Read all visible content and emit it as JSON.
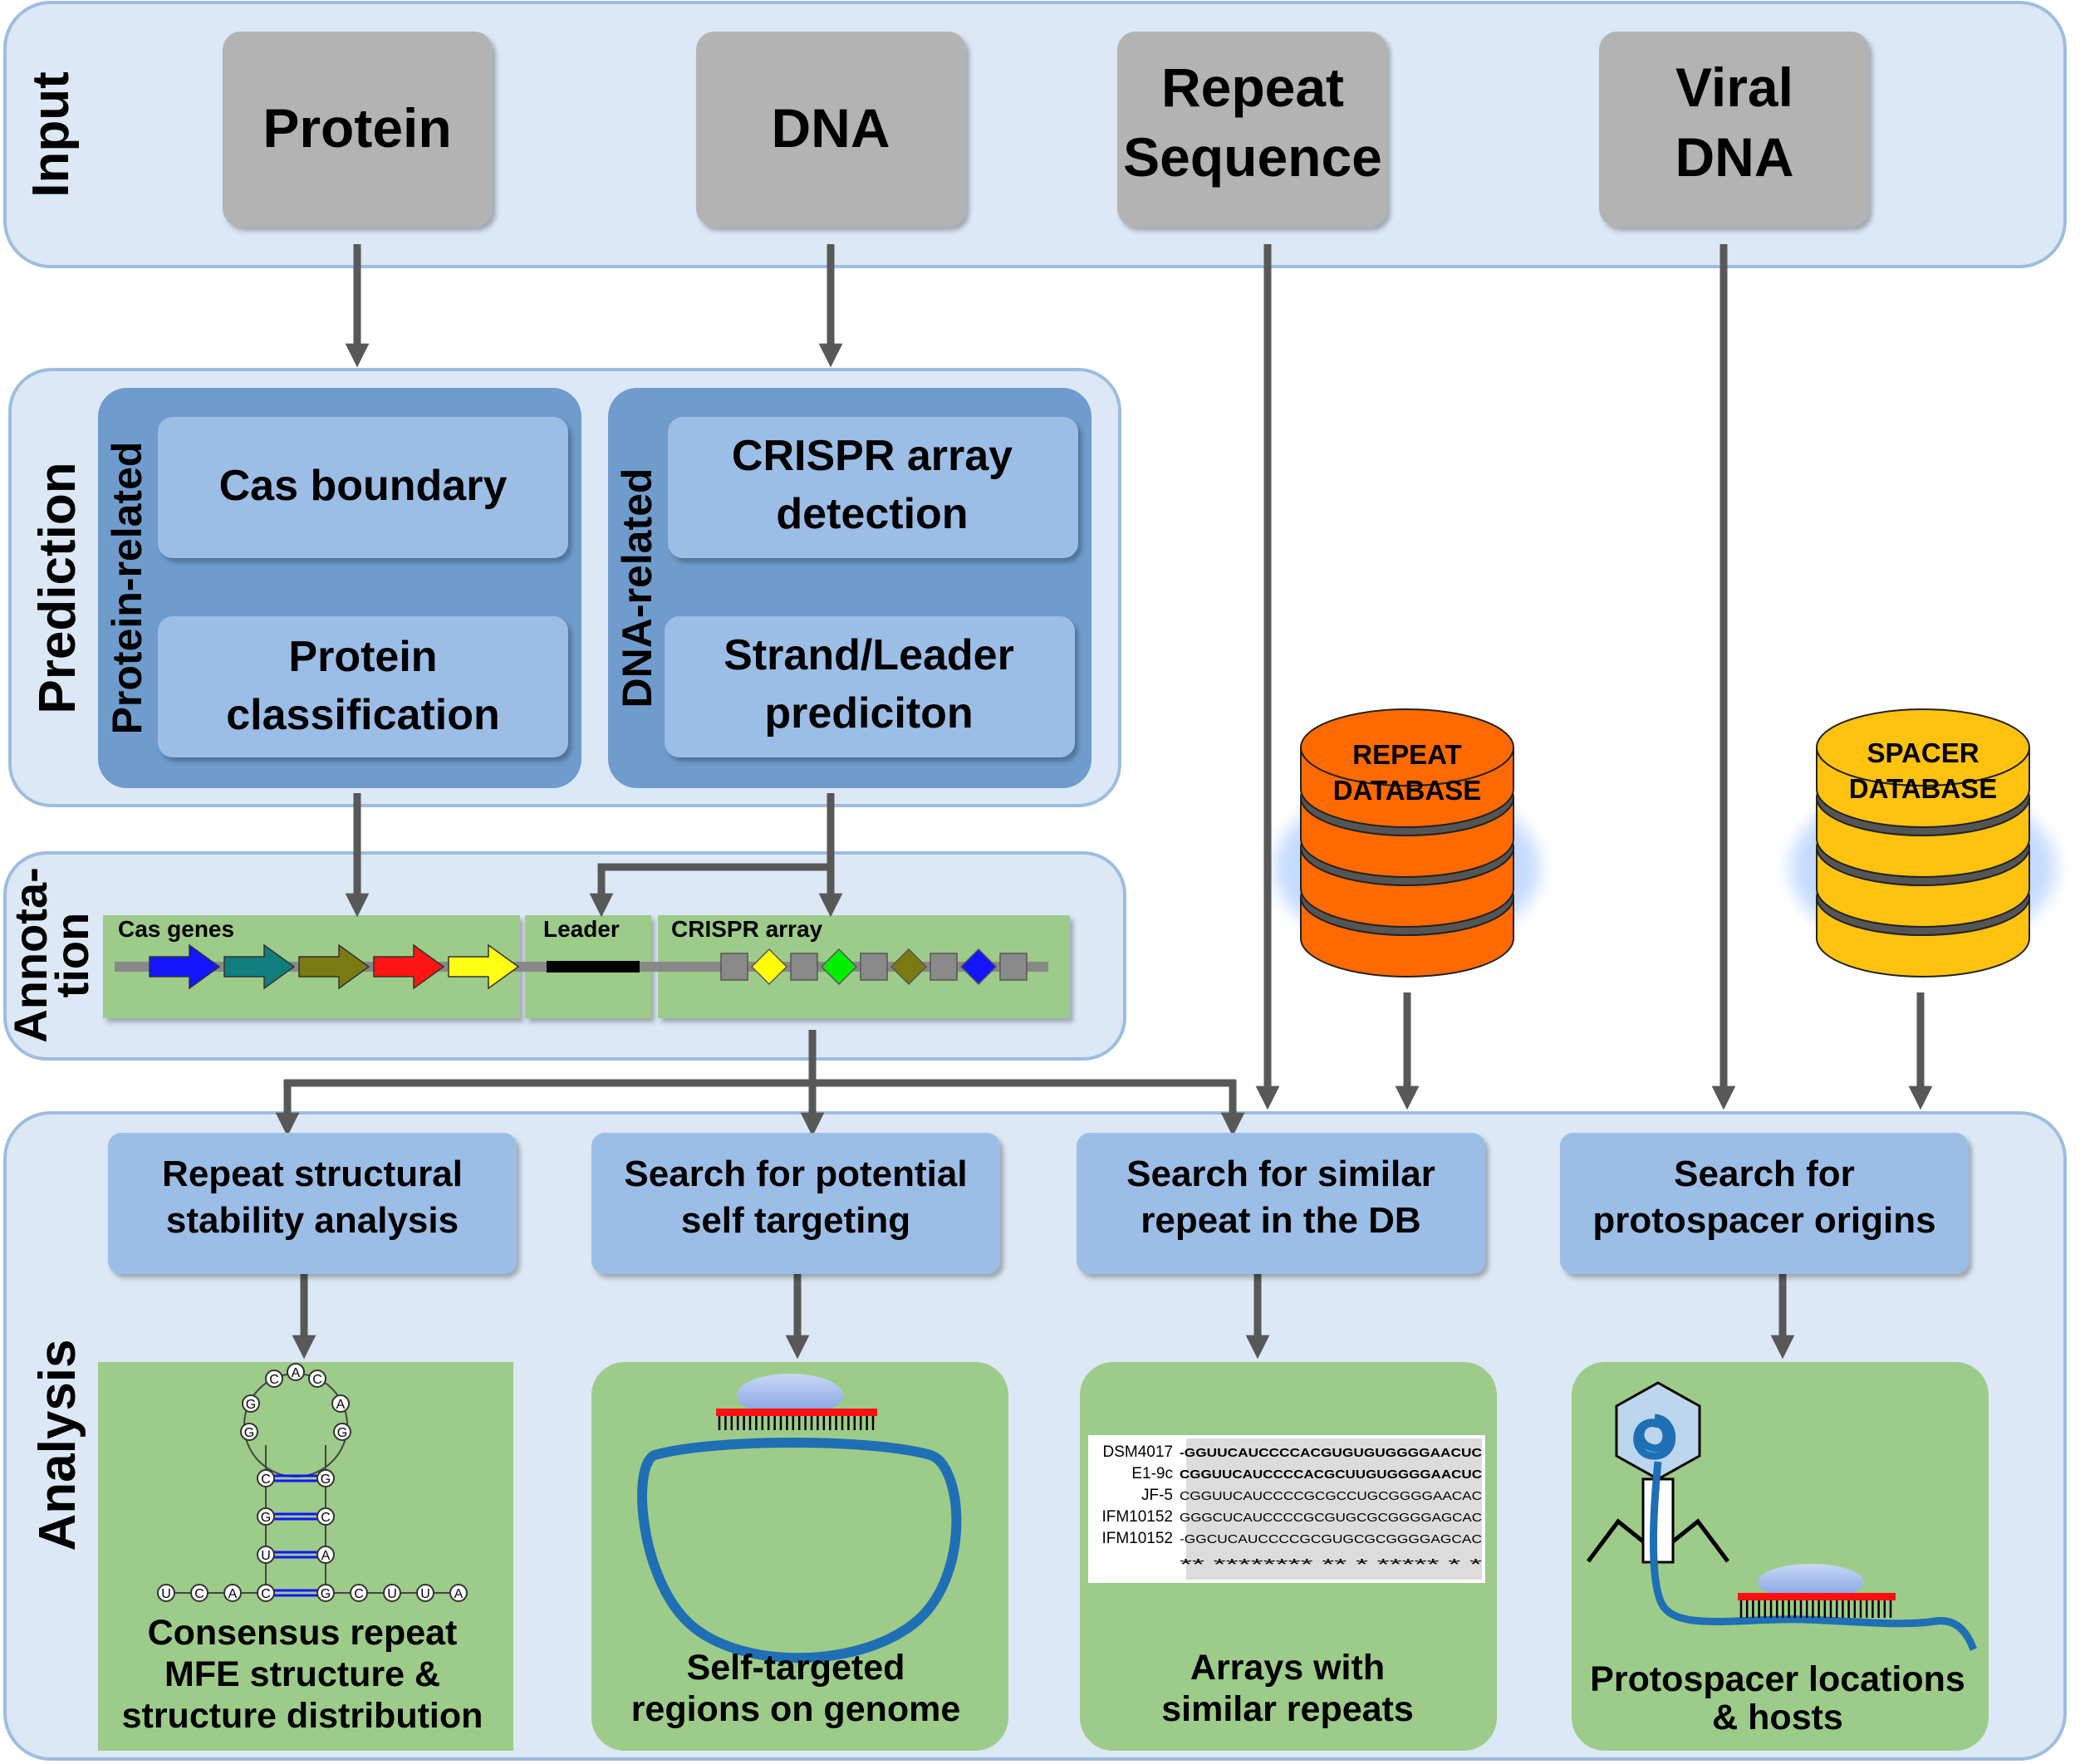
{
  "sections": {
    "input_label": "Input",
    "prediction_label": "Prediction",
    "annotation_label_line1": "Annota-",
    "annotation_label_line2": "tion",
    "analysis_label": "Analysis"
  },
  "inputs": {
    "protein": "Protein",
    "dna": "DNA",
    "repeat_line1": "Repeat",
    "repeat_line2": "Sequence",
    "viral_line1": "Viral",
    "viral_line2": "DNA"
  },
  "prediction": {
    "protein_group_label": "Protein-related",
    "dna_group_label": "DNA-related",
    "cas_boundary": "Cas boundary",
    "protein_classification_line1": "Protein",
    "protein_classification_line2": "classification",
    "crispr_detection_line1": "CRISPR array",
    "crispr_detection_line2": "detection",
    "strand_leader_line1": "Strand/Leader",
    "strand_leader_line2": "prediciton"
  },
  "annotation": {
    "cas_genes": "Cas genes",
    "leader": "Leader",
    "crispr_array": "CRISPR array"
  },
  "databases": {
    "repeat_line1": "REPEAT",
    "repeat_line2": "DATABASE",
    "spacer_line1": "SPACER",
    "spacer_line2": "DATABASE"
  },
  "analysis": {
    "repeat_stability_line1": "Repeat structural",
    "repeat_stability_line2": "stability analysis",
    "self_targeting_line1": "Search for potential",
    "self_targeting_line2": "self targeting",
    "similar_repeat_line1": "Search for similar",
    "similar_repeat_line2": "repeat in the DB",
    "protospacer_line1": "Search for",
    "protospacer_line2": "protospacer origins"
  },
  "results": {
    "mfe_line1": "Consensus repeat",
    "mfe_line2": "MFE structure &",
    "mfe_line3": "structure distribution",
    "self_targeted_line1": "Self-targeted",
    "self_targeted_line2": "regions on genome",
    "arrays_line1": "Arrays with",
    "arrays_line2": "similar repeats",
    "protospacer_line1": "Protospacer locations",
    "protospacer_line2": "& hosts"
  },
  "rna_structure": {
    "loop": [
      "C",
      "A",
      "C",
      "A",
      "G",
      "G",
      "G",
      "C"
    ],
    "stem_left": [
      "C",
      "G",
      "U",
      "C"
    ],
    "stem_right": [
      "G",
      "C",
      "A",
      "G"
    ],
    "tail_left": [
      "U",
      "C",
      "A"
    ],
    "tail_right": [
      "C",
      "U",
      "U",
      "A"
    ]
  },
  "alignment": {
    "rows": [
      {
        "name": "DSM4017",
        "seq": "-GGUUCAUCCCCACGUGUGUGGGGAACUC"
      },
      {
        "name": "E1-9c",
        "seq": "CGGUUCAUCCCCACGCUUGUGGGGAACUC"
      },
      {
        "name": "JF-5",
        "seq": "CGGUUCAUCCCCGCGCCUGCGGGGAACAC"
      },
      {
        "name": "IFM10152",
        "seq": "GGGCUCAUCCCCGCGUGCGCGGGGAGCAC"
      },
      {
        "name": "IFM10152",
        "seq": "-GGCUCAUCCCCGCGUGCGCGGGGAGCAC"
      }
    ],
    "consensus": "** ******** **   * ***** * *"
  },
  "colors": {
    "panel_fill": "#dce8f5",
    "panel_stroke": "#9dbde0",
    "input_box": "#b3b3b3",
    "group_box": "#6f9ccd",
    "process_box": "#9cbde6",
    "result_box": "#9dcb89",
    "arrow": "#585858",
    "repeat_db": "#ff6a00",
    "spacer_db": "#ffc20e",
    "gene_colors": [
      "#1414ff",
      "#117d7d",
      "#7a7a12",
      "#ff1414",
      "#ffff14"
    ],
    "spacer_colors": [
      "#ffff00",
      "#00ee00",
      "#7a7a12",
      "#1414ff"
    ]
  }
}
